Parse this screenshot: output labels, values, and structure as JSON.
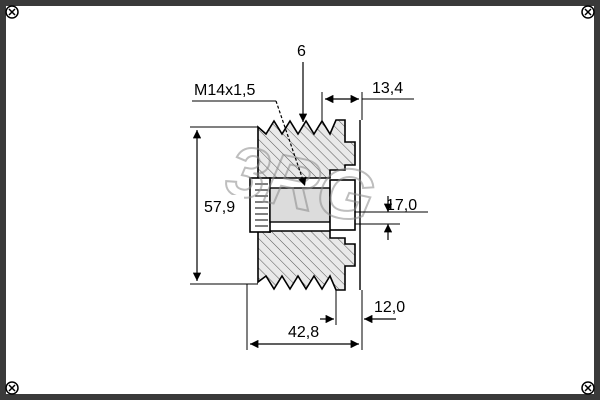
{
  "drawing": {
    "thread_label": "M14x1,5",
    "grooves_label": "6",
    "width_top_label": "13,4",
    "outer_diameter_label": "57,9",
    "inner_diameter_label": "17,0",
    "offset_bottom_label": "12,0",
    "total_length_label": "42,8"
  },
  "colors": {
    "frame": "#3a3a3a",
    "line": "#000000",
    "hatch_bg": "#e9e9e9",
    "bore": "#d4d4d4",
    "watermark": "#9a9a9a"
  },
  "icons": {
    "corner_screw": "phillips-screw-icon",
    "watermark": "3rg-logo"
  }
}
